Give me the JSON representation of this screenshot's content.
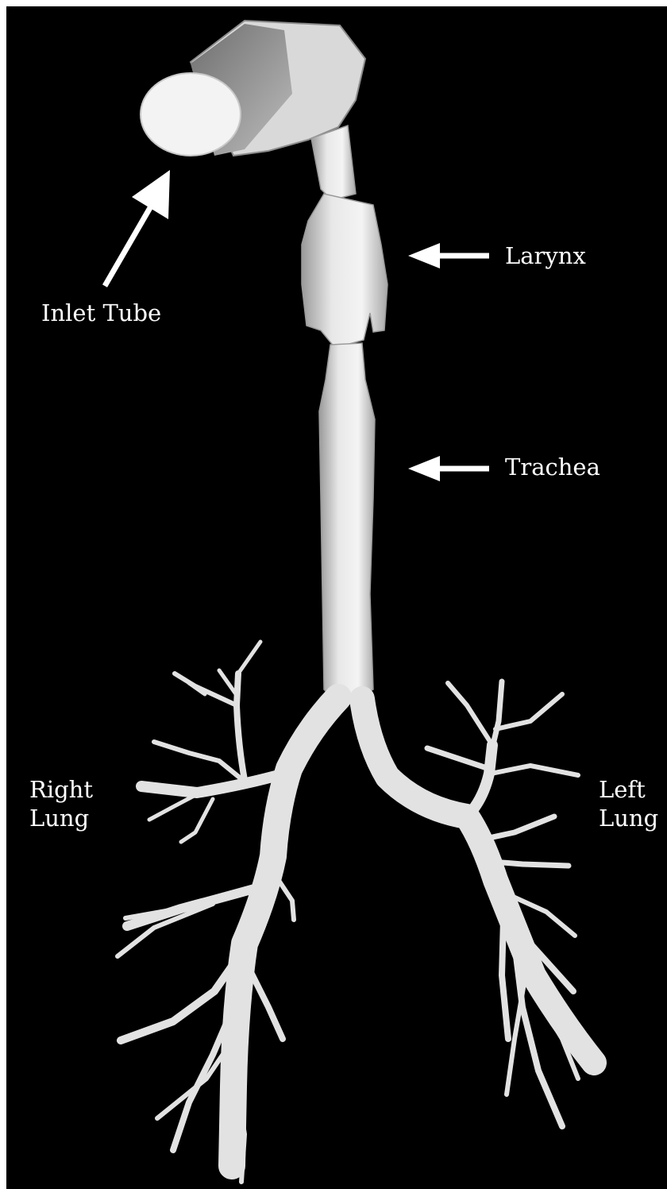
{
  "labels": {
    "inlet_tube": "Inlet Tube",
    "larynx": "Larynx",
    "trachea": "Trachea",
    "right_lung": [
      "Right",
      "Lung"
    ],
    "left_lung": [
      "Left",
      "Lung"
    ]
  },
  "colors": {
    "background": "#000000",
    "frame": "#ffffff",
    "airway": "#e4e4e4",
    "text": "#ffffff"
  }
}
